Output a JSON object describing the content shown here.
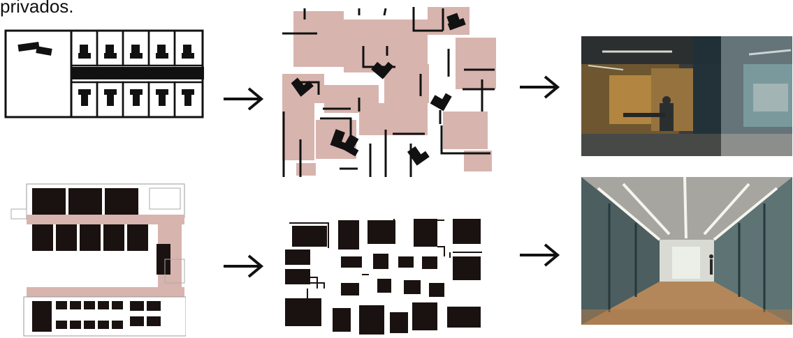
{
  "caption": "privados.",
  "colors": {
    "ink": "#111111",
    "pink": "#d8b4ae",
    "background": "#ffffff",
    "glass": "#2f4b55",
    "wood": "#b4875a",
    "concrete": "#9a9893"
  },
  "rows": [
    {
      "before_plan": "desk-rows-plan",
      "after_plan": "scattered-desks-plan",
      "arrows": [
        "arrow-right-icon",
        "arrow-right-icon"
      ],
      "photo": "glass-office-photo"
    },
    {
      "before_plan": "building-floorplan",
      "after_plan": "scattered-rooms-plan",
      "arrows": [
        "arrow-right-icon",
        "arrow-right-icon"
      ],
      "photo": "glass-corridor-photo"
    }
  ]
}
